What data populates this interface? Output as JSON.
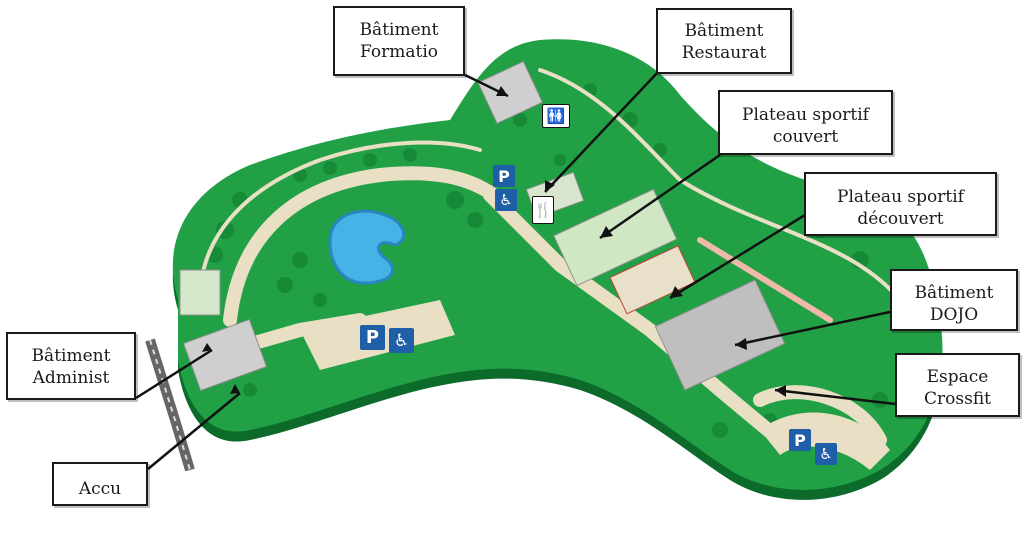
{
  "labels": {
    "formation": [
      "Bâtiment",
      "Formatio"
    ],
    "restaurant": [
      "Bâtiment",
      "Restaurat"
    ],
    "plateau_couvert": [
      "Plateau sportif",
      "couvert"
    ],
    "plateau_decouvert": [
      "Plateau sportif",
      "découvert"
    ],
    "dojo": [
      "Bâtiment",
      "DOJO"
    ],
    "crossfit": [
      "Espace",
      "Crossfit"
    ],
    "administration": [
      "Bâtiment",
      "Administ"
    ],
    "accueil": [
      "Accu"
    ]
  },
  "icons": {
    "parking": "P",
    "accessible": "♿",
    "restaurant": "🍴",
    "toilets": "🚻"
  },
  "colors": {
    "grass": "#21a045",
    "grass_edge": "#0c6b2a",
    "path": "#e8dfc4",
    "pool": "#46b3e6",
    "building": "#c9c9c9",
    "sign_blue": "#1f5fa8"
  }
}
